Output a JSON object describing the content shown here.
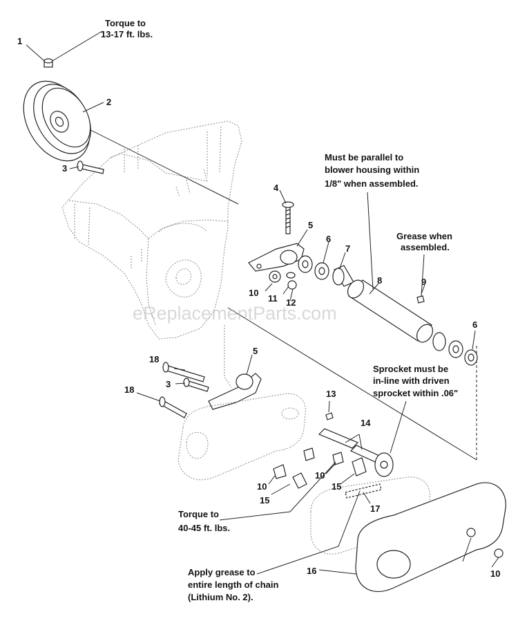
{
  "notes": {
    "torque_top_1": "Torque to",
    "torque_top_2": "13-17 ft. lbs.",
    "parallel_1": "Must be parallel to",
    "parallel_2": "blower housing within",
    "parallel_3": "1/8\" when assembled.",
    "grease_1": "Grease when",
    "grease_2": "assembled.",
    "sprocket_1": "Sprocket must be",
    "sprocket_2": "in-line with driven",
    "sprocket_3": "sprocket within .06\"",
    "torque_bottom_1": "Torque to",
    "torque_bottom_2": "40-45 ft. lbs.",
    "apply_1": "Apply grease to",
    "apply_2": "entire length of chain",
    "apply_3": "(Lithium No. 2)."
  },
  "callouts": {
    "c1": "1",
    "c2": "2",
    "c3a": "3",
    "c3b": "3",
    "c4": "4",
    "c5a": "5",
    "c5b": "5",
    "c6a": "6",
    "c6b": "6",
    "c7": "7",
    "c8": "8",
    "c9": "9",
    "c10a": "10",
    "c10b": "10",
    "c10c": "10",
    "c10d": "10",
    "c11": "11",
    "c12": "12",
    "c13": "13",
    "c14": "14",
    "c15a": "15",
    "c15b": "15",
    "c16": "16",
    "c17": "17",
    "c18a": "18",
    "c18b": "18"
  },
  "watermark": "eReplacementParts.com"
}
